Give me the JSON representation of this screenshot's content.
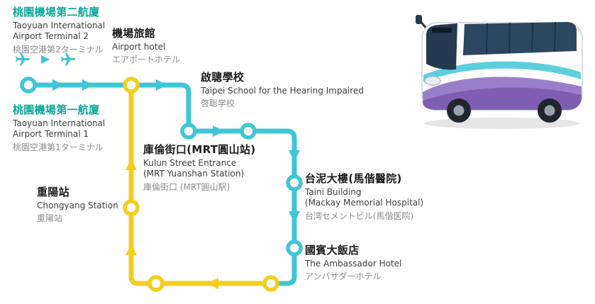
{
  "route_map": {
    "colors": {
      "outbound_line": "#3FC6D6",
      "return_line": "#F2CE1F",
      "terminal_station_title": "#0CA79A",
      "station_title": "#1C1C1E",
      "english_text": "#3C3C3E",
      "japanese_text": "#8B8B8F",
      "marker_fill": "#FFFFFF",
      "bus_purple": "#9B7EC9",
      "bus_purple_dark": "#7E5DB3"
    },
    "icons": {
      "airplane": "✈",
      "direction_arrow": "➤"
    },
    "stations": {
      "terminal2": {
        "zh": "桃園機場第二航廈",
        "en": "Taoyuan International\nAirport Terminal 2",
        "ja": "桃園空港第2ターミナル"
      },
      "airport_hotel": {
        "zh": "機場旅館",
        "en": "Airport hotel",
        "ja": "エアポートホテル"
      },
      "school": {
        "zh": "啟聰學校",
        "en": "Taipei School for the Hearing Impaired",
        "ja": "啓聡学校"
      },
      "terminal1": {
        "zh": "桃園機場第一航廈",
        "en": "Taoyuan International\nAirport Terminal 1",
        "ja": "桃園空港第1ターミナル"
      },
      "kulun": {
        "zh": "庫倫街口(MRT圓山站)",
        "en": "Kulun Street Entrance\n(MRT Yuanshan Station)",
        "ja": "庫倫街口 (MRT圓山駅)"
      },
      "taini": {
        "zh": "台泥大樓(馬偕醫院)",
        "en": "Taini Building\n(Mackay Memorial Hospital)",
        "ja": "台湾セメントビル(馬偕医院)"
      },
      "chongyang": {
        "zh": "重陽站",
        "en": "Chongyang Station",
        "ja": "重陽站"
      },
      "ambassador": {
        "zh": "國賓大飯店",
        "en": "The Ambassador Hotel",
        "ja": "アンバサダーホテル"
      }
    }
  }
}
